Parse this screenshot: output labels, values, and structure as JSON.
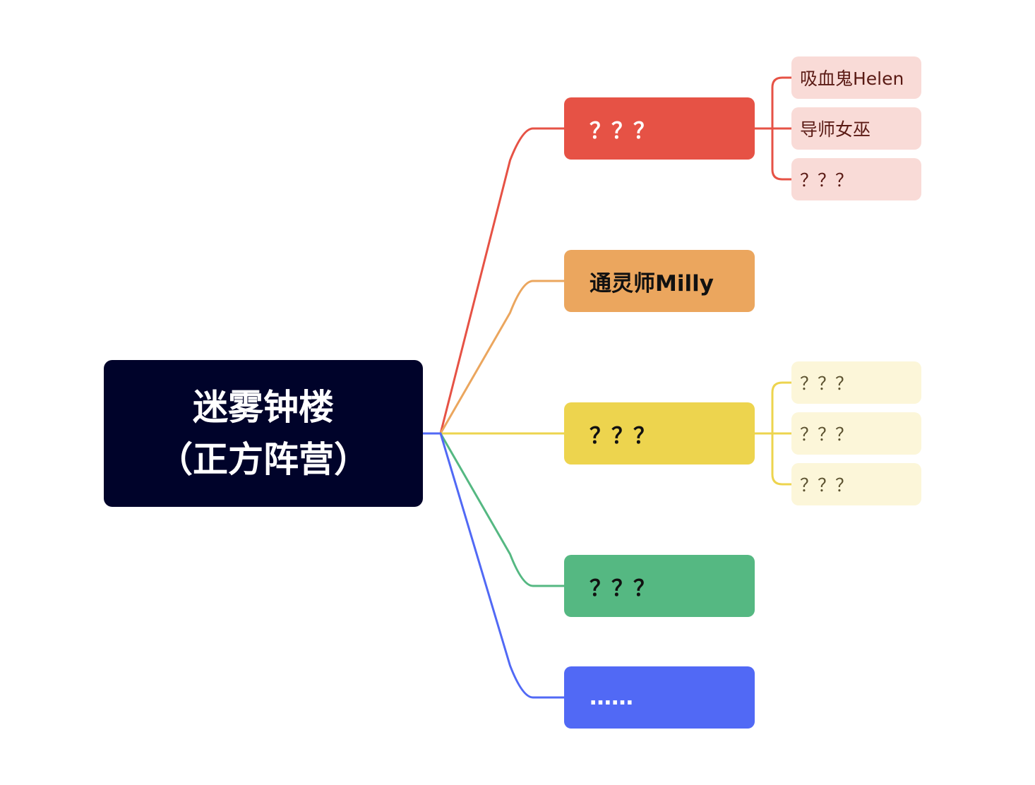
{
  "root": {
    "label": "迷雾钟楼\n（正方阵营）",
    "color": "#00032a",
    "text_color": "#ffffff"
  },
  "branches": [
    {
      "label": "？？？",
      "color": "#e65245",
      "text_color": "#ffffff",
      "leaf_color": "#f9dbd7",
      "leaf_text_color": "#5a1a14",
      "children": [
        "吸血鬼Helen",
        "导师女巫",
        "？？？"
      ]
    },
    {
      "label": "通灵师Milly",
      "color": "#eba65e",
      "text_color": "#111111",
      "children": []
    },
    {
      "label": "？？？",
      "color": "#edd44e",
      "text_color": "#111111",
      "leaf_color": "#fcf6d9",
      "leaf_text_color": "#5c5230",
      "children": [
        "？？？",
        "？？？",
        "？？？"
      ]
    },
    {
      "label": "？？？",
      "color": "#55b882",
      "text_color": "#111111",
      "children": []
    },
    {
      "label": "……",
      "color": "#5169f5",
      "text_color": "#ffffff",
      "children": []
    }
  ]
}
